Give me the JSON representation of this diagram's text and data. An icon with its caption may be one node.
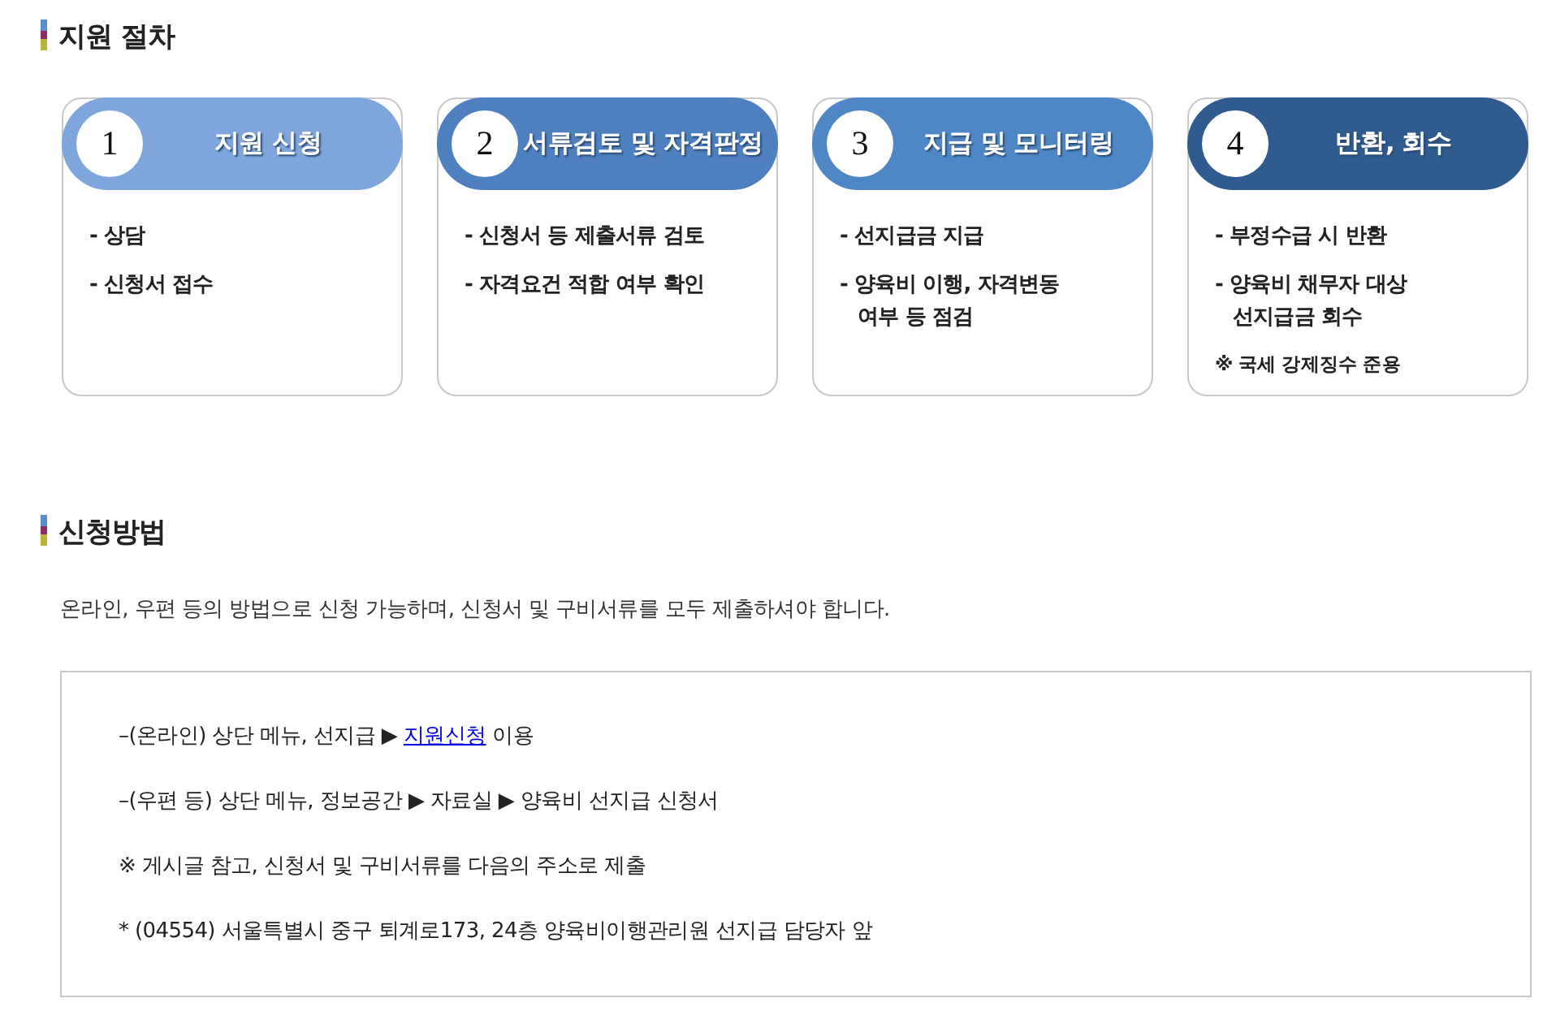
{
  "diagram": {
    "title": "지원 절차",
    "nodes": [
      {
        "text": [
          "- 상담",
          "- 신청서 접수"
        ]
      },
      {
        "text": [
          "지원 신청"
        ],
        "in": 0
      },
      {
        "text": [
          "1"
        ],
        "in": 1
      },
      {
        "text": [
          "- 신청서 등 제출서류 검토",
          "- 자격요건 적합 여부 확인"
        ]
      },
      {
        "text": [
          "서류검토 및 자격판정"
        ],
        "in": 3
      },
      {
        "text": [
          "2"
        ],
        "in": 4
      },
      {
        "text": [
          "- 선지급금 지급",
          "- 양육비 이행, 자격변동 여부 등 점검"
        ]
      },
      {
        "text": [
          "지급 및 모니터링"
        ],
        "in": 6
      },
      {
        "text": [
          "3"
        ],
        "in": 7
      },
      {
        "text": [
          "- 부정수급 시 반환",
          "- 양육비 채무자 대상 선지급금 회수",
          "※ 국세 강제징수 준용"
        ]
      },
      {
        "text": [
          "반환, 회수"
        ],
        "in": 9
      },
      {
        "text": [
          "4"
        ],
        "in": 10
      },
      {
        "text": [
          "–(온라인) 상단 메뉴, 선지급 ▶",
          "지원신청",
          "이용",
          "–(우편 등) 상단 메뉴, 정보공간 ▶ 자료실 ▶ 양육비 선지급 신청서",
          "※ 게시글 참고, 신청서 및 구비서류를 다음의 주소로 제출",
          "* (04554) 서울특별시 중구 퇴계로173, 24층 양육비이행관리원 선지급 담당자 앞"
        ]
      }
    ],
    "labels": [
      "신청방법",
      "온라인, 우편 등의 방법으로 신청 가능하며, 신청서 및 구비서류를 모두 제출하셔야 합니다."
    ]
  }
}
